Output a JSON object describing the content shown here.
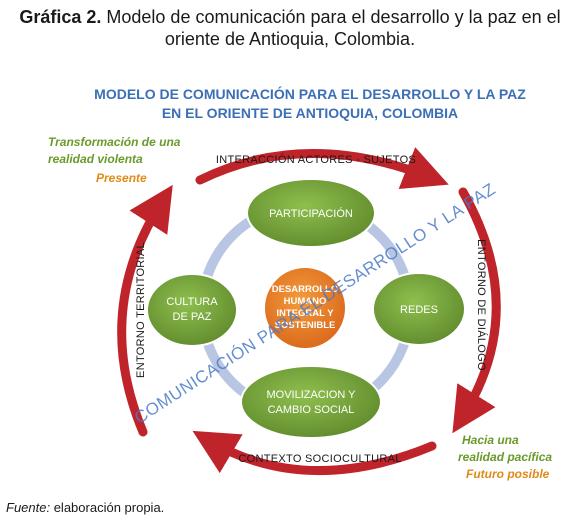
{
  "figure": {
    "label": "Gráfica 2.",
    "caption_line1": "Modelo de comunicación para el desarrollo y la paz en el",
    "caption_line2": "oriente de Antioquia, Colombia."
  },
  "diagram": {
    "title_line1": "MODELO DE COMUNICACIÓN PARA EL DESARROLLO Y LA PAZ",
    "title_line2": "EN EL ORIENTE DE ANTIOQUIA, COLOMBIA",
    "top_label": "INTERACCIÓN ACTORES - SUJETOS",
    "bottom_label": "CONTEXTO SOCIOCULTURAL",
    "left_label": "ENTORNO TERRITORIAL",
    "right_label": "ENTORNO DE DIÁLOGO",
    "nodes": {
      "top": [
        "PARTICIPACIÓN"
      ],
      "left": [
        "CULTURA",
        "DE PAZ"
      ],
      "right": [
        "REDES"
      ],
      "bottom": [
        "MOVILIZACION Y",
        "CAMBIO SOCIAL"
      ],
      "center": [
        "DESARROLLO",
        "HUMANO",
        "INTEGRAL Y",
        "SOSTENIBLE"
      ]
    },
    "watermark": "COMUNICACIÓN PARA EL DESARROLLO Y LA PAZ",
    "note_left": {
      "line1": "Transformación de una",
      "line2": "realidad violenta",
      "line3": "Presente"
    },
    "note_right": {
      "line1": "Hacia una",
      "line2": "realidad pacífica",
      "line3": "Futuro posible"
    },
    "colors": {
      "title_blue": "#3b6fb6",
      "node_green": "#6d9a34",
      "center_orange": "#e5781f",
      "ring": "#b9c6e3",
      "arrow_red": "#c0242b",
      "note_green": "#6a9a2a",
      "note_orange": "#e08a18"
    }
  },
  "source": {
    "label": "Fuente:",
    "text": " elaboración propia."
  }
}
